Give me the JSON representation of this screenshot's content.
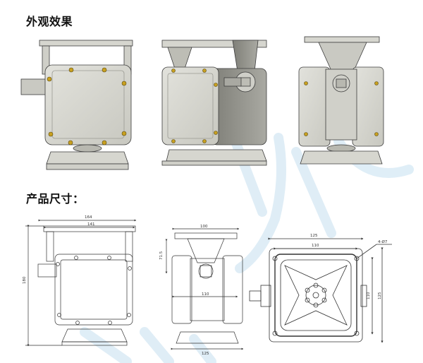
{
  "headings": {
    "appearance": "外观效果",
    "dimensions": "产品尺寸："
  },
  "dimension_labels": {
    "front_width_outer": "164",
    "front_width_inner": "141",
    "front_height": "180",
    "side_top_width": "100",
    "side_top_height": "71.5",
    "side_mid_width": "110",
    "side_base_width": "125",
    "top_width_outer": "125",
    "top_width_inner": "110",
    "top_height_inner": "110",
    "top_height_outer": "125",
    "top_holes": "4-Ø7"
  },
  "colors": {
    "metal_light": "#d6d6cf",
    "metal_mid": "#c4c4bc",
    "metal_dark": "#8f8f88",
    "outline": "#3c3c3c",
    "bolt": "#c8a020",
    "watermark": "#dcecf6"
  }
}
